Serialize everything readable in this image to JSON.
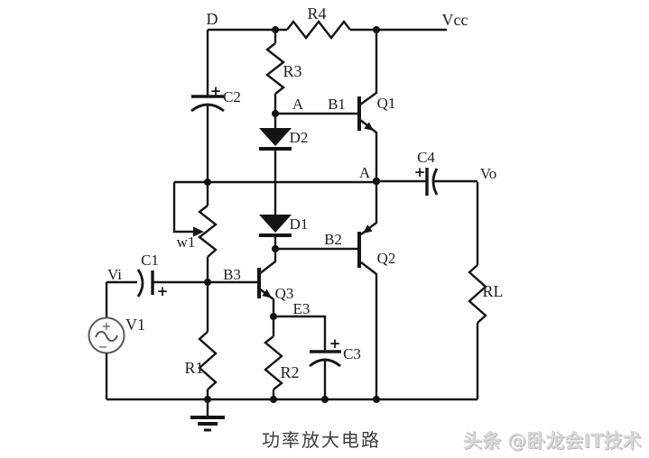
{
  "diagram": {
    "caption": "功率放大电路",
    "watermark": "头条 @卧龙会IT技术"
  },
  "labels": {
    "node_d": "D",
    "r4": "R4",
    "vcc": "Vcc",
    "r3": "R3",
    "c2": "C2",
    "node_a_bias": "A",
    "node_b1": "B1",
    "q1": "Q1",
    "d2": "D2",
    "node_a_out": "A",
    "c4": "C4",
    "vo": "Vo",
    "d1": "D1",
    "w1": "w1",
    "node_b2": "B2",
    "q2": "Q2",
    "vi": "Vi",
    "c1": "C1",
    "node_b3": "B3",
    "q3": "Q3",
    "node_e3": "E3",
    "v1": "V1",
    "r1": "R1",
    "r2": "R2",
    "c3": "C3",
    "rl": "RL",
    "plus": "+",
    "minus": "−"
  },
  "colors": {
    "wire": "#151515",
    "label": "#1e1e1e",
    "caption": "#3d3d3d",
    "watermark": "#d8d8d8",
    "background": "#ffffff"
  }
}
